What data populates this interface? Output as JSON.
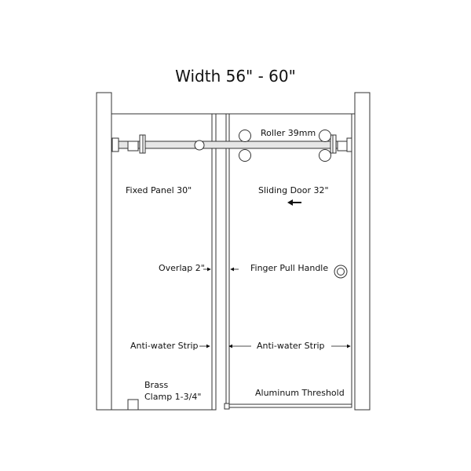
{
  "title": "Width 56\" - 60\"",
  "labels": {
    "roller": "Roller 39mm",
    "fixed_panel": "Fixed Panel 30\"",
    "sliding_door": "Sliding Door 32\"",
    "overlap": "Overlap 2\"",
    "finger_pull": "Finger Pull Handle",
    "anti_water_left": "Anti-water Strip",
    "anti_water_right": "Anti-water Strip",
    "brass_line1": "Brass",
    "brass_line2": "Clamp 1-3/4\"",
    "threshold": "Aluminum Threshold"
  },
  "colors": {
    "line": "#333333",
    "rail_fill": "#e6e6e6"
  }
}
